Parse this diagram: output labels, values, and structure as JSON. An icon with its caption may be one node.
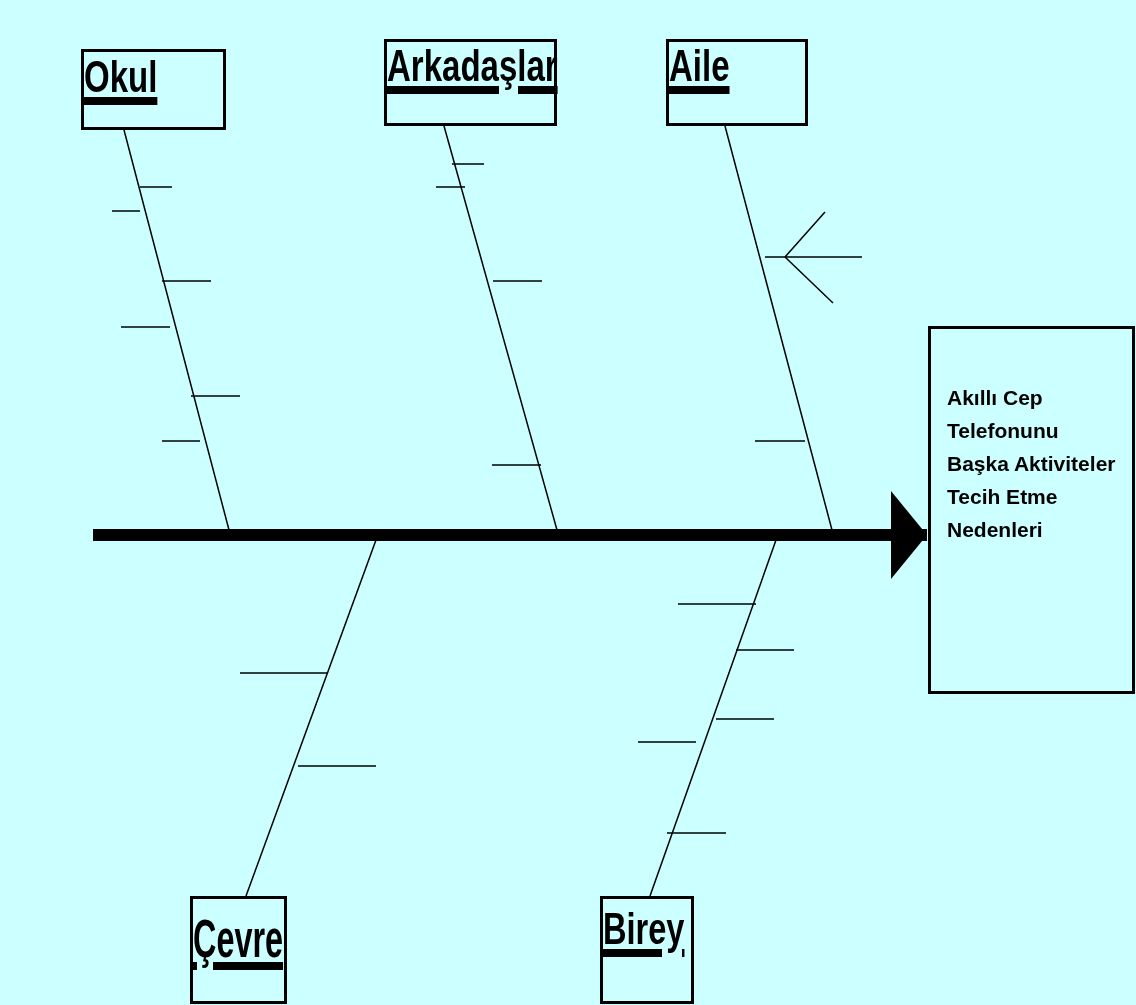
{
  "diagram": {
    "nodes": [
      {
        "text": [
          "Okul"
        ]
      },
      {
        "text": [
          "Arkadaşlar"
        ]
      },
      {
        "text": [
          "Aile"
        ]
      },
      {
        "text": [
          "Akıllı Cep Telefonunu Başka Aktiviteler Tecih Etme Nedenleri"
        ]
      },
      {
        "text": [
          "Çevre"
        ]
      },
      {
        "text": [
          "Birey"
        ]
      }
    ],
    "edges": [
      {
        "from": null,
        "to": 3,
        "arrow": "to",
        "style": "thick"
      },
      {
        "from": 0,
        "to": null,
        "arrow": "none"
      },
      {
        "from": 1,
        "to": null,
        "arrow": "none"
      },
      {
        "from": 2,
        "to": null,
        "arrow": "none"
      },
      {
        "from": 4,
        "to": null,
        "arrow": "none"
      },
      {
        "from": 5,
        "to": null,
        "arrow": "none"
      }
    ]
  }
}
